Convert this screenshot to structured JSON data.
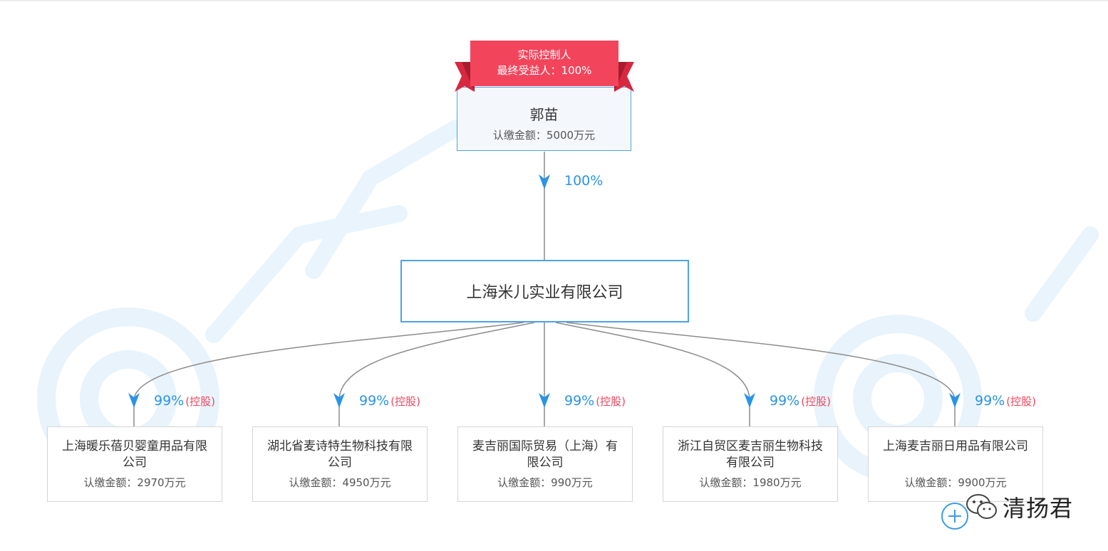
{
  "colors": {
    "accent": "#2a94e6",
    "ribbon": "#f2455c",
    "holding_tag": "#f0465e",
    "node_border": "#4ea3e8"
  },
  "ribbon": {
    "line1": "实际控制人",
    "line2": "最终受益人：100%"
  },
  "controller": {
    "name": "郭苗",
    "amount": "认缴金额：5000万元",
    "percent": "100%"
  },
  "company": {
    "name": "上海米儿实业有限公司"
  },
  "holding_tag": "(控股)",
  "subsidiaries": [
    {
      "name": "上海暖乐蓓贝婴童用品有限公司",
      "amount": "认缴金额：2970万元",
      "percent": "99%"
    },
    {
      "name": "湖北省麦诗特生物科技有限公司",
      "amount": "认缴金额：4950万元",
      "percent": "99%"
    },
    {
      "name": "麦吉丽国际贸易（上海）有限公司",
      "amount": "认缴金额：990万元",
      "percent": "99%"
    },
    {
      "name": "浙江自贸区麦吉丽生物科技有限公司",
      "amount": "认缴金额：1980万元",
      "percent": "99%"
    },
    {
      "name": "上海麦吉丽日用品有限公司",
      "amount": "认缴金额：9900万元",
      "percent": "99%"
    }
  ],
  "watermark_icon": "qichacha-logo-watermark",
  "expand_icon": "plus-circle-icon",
  "brand": {
    "icon": "wechat-icon",
    "text": "清扬君"
  }
}
